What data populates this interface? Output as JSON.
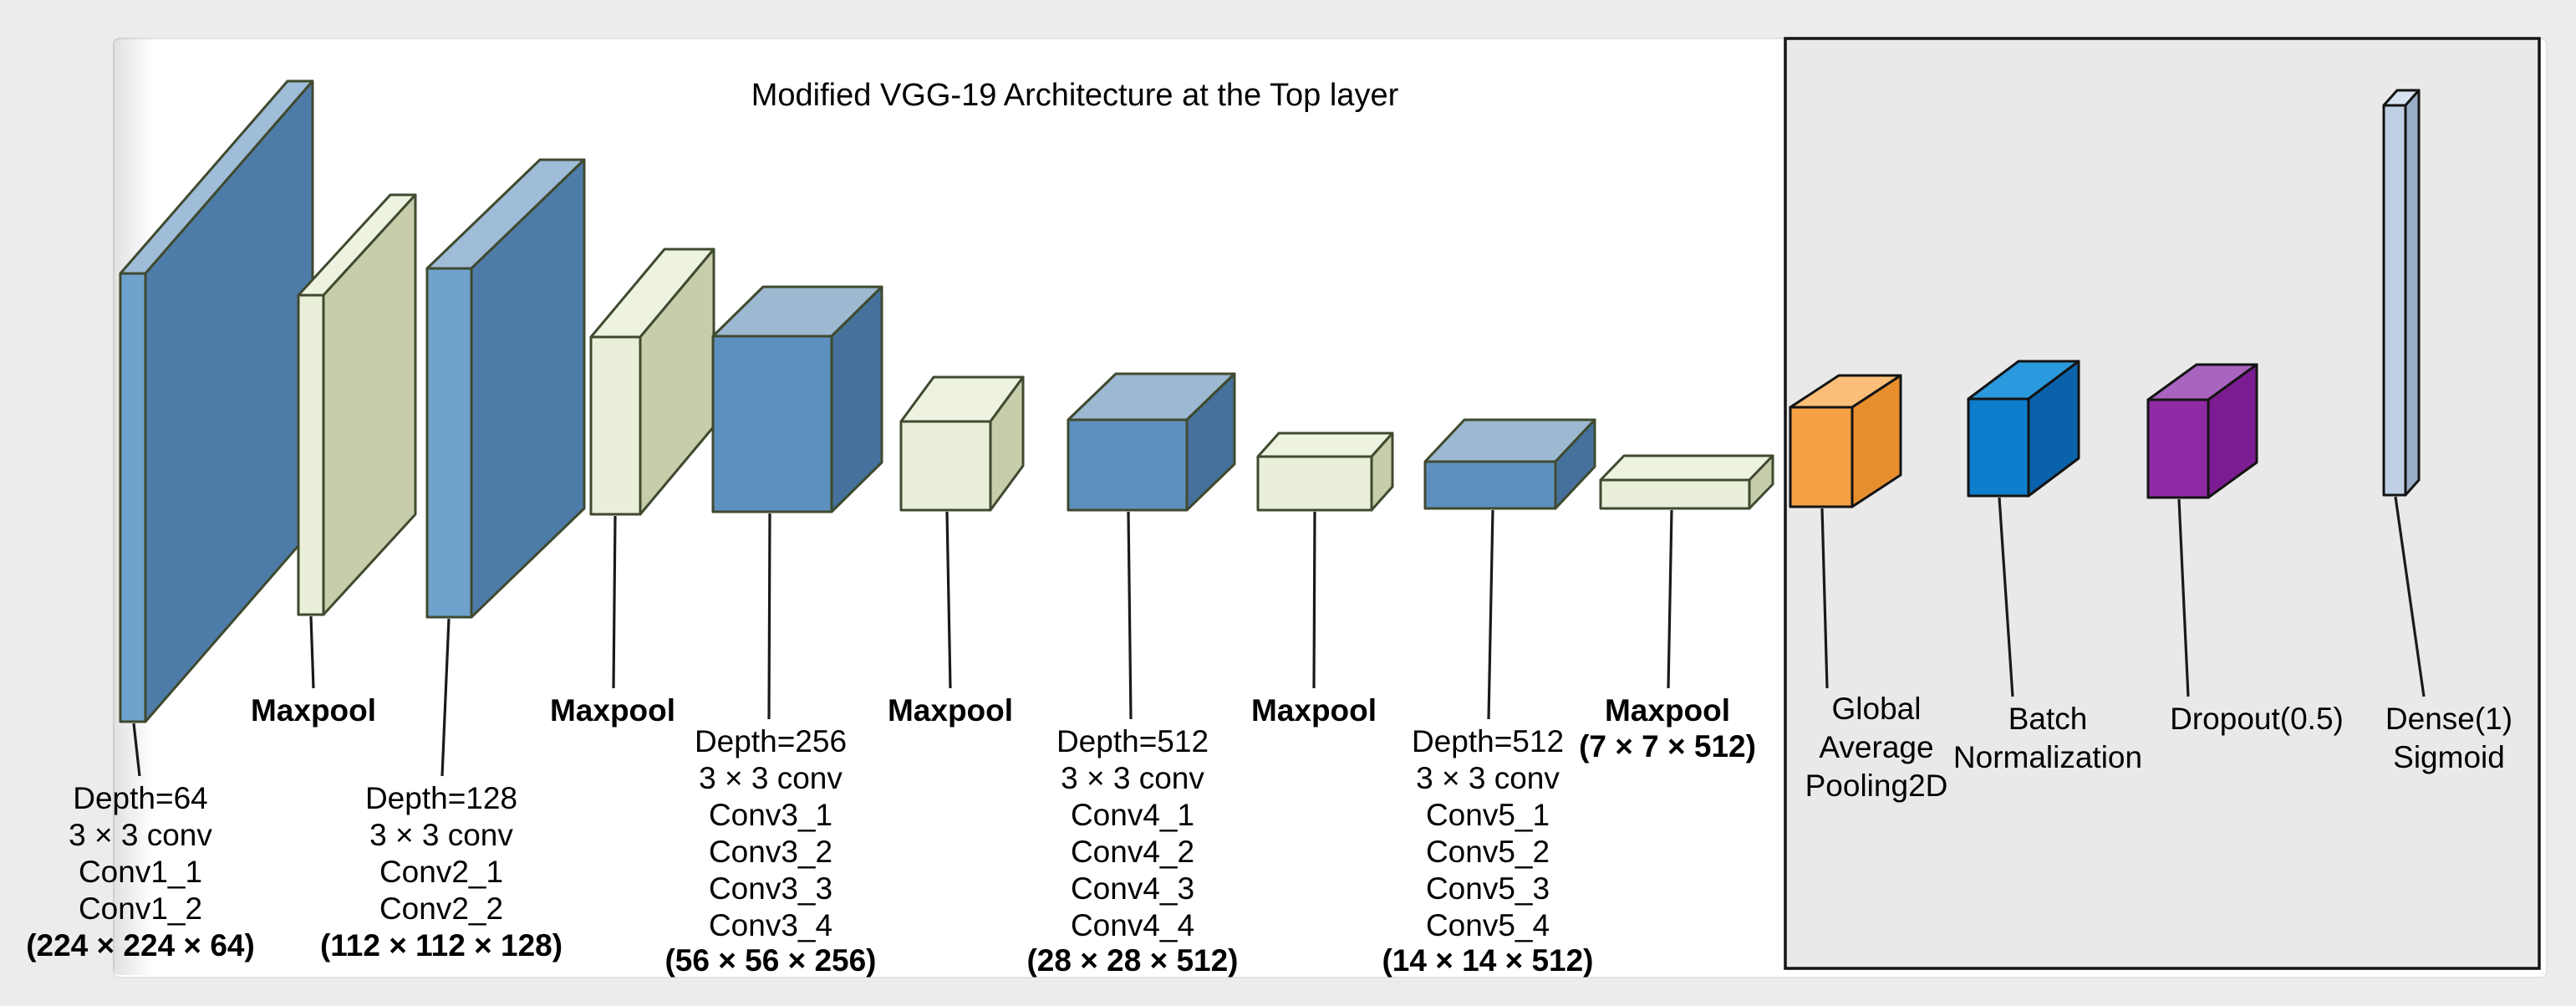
{
  "title": "Modified VGG-19 Architecture at the Top layer",
  "palette": {
    "page_bg": "#ECECEC",
    "canvas_bg": "#FFFFFF",
    "panel_bg": "#E9E9E9",
    "panel_border": "#141414",
    "outline": "#3F4A2F",
    "connector": "#1A1A1A",
    "conv_plate_front": "#6FA3CE",
    "conv_plate_side": "#4E7CA9",
    "conv_plate_top": "#9FBCD8",
    "conv_box_front": "#5E90BF",
    "conv_box_side": "#45719C",
    "conv_box_top": "#9DB8D1",
    "pool_front": "#E9EFD9",
    "pool_side": "#C7CDAB",
    "pool_top": "#EEF2E1",
    "gap_front": "#F5A143",
    "gap_side": "#E78E2E",
    "gap_top": "#FCBF79",
    "bn_front": "#0E7DCC",
    "bn_side": "#0A62AB",
    "bn_top": "#2B99DD",
    "dropout_front": "#8F2AA5",
    "dropout_side": "#7B1C92",
    "dropout_top": "#A964BF",
    "dense_front": "#BFD0E4",
    "dense_side": "#98AEC6",
    "dense_top": "#D6E2EF"
  },
  "conv_blocks": [
    {
      "name": "conv-block-1",
      "lines": [
        "Depth=64",
        "3 × 3 conv",
        "Conv1_1",
        "Conv1_2"
      ],
      "dims": "(224 × 224 × 64)"
    },
    {
      "name": "conv-block-2",
      "lines": [
        "Depth=128",
        "3 × 3 conv",
        "Conv2_1",
        "Conv2_2"
      ],
      "dims": "(112 × 112 × 128)"
    },
    {
      "name": "conv-block-3",
      "lines": [
        "Depth=256",
        "3 × 3 conv",
        "Conv3_1",
        "Conv3_2",
        "Conv3_3",
        "Conv3_4"
      ],
      "dims": "(56 × 56 × 256)"
    },
    {
      "name": "conv-block-4",
      "lines": [
        "Depth=512",
        "3 × 3 conv",
        "Conv4_1",
        "Conv4_2",
        "Conv4_3",
        "Conv4_4"
      ],
      "dims": "(28 × 28 × 512)"
    },
    {
      "name": "conv-block-5",
      "lines": [
        "Depth=512",
        "3 × 3 conv",
        "Conv5_1",
        "Conv5_2",
        "Conv5_3",
        "Conv5_4"
      ],
      "dims": "(14 × 14 × 512)"
    }
  ],
  "maxpools": [
    {
      "label": "Maxpool"
    },
    {
      "label": "Maxpool"
    },
    {
      "label": "Maxpool"
    },
    {
      "label": "Maxpool"
    },
    {
      "label": "Maxpool",
      "dims": "(7 × 7 × 512)"
    }
  ],
  "head": {
    "gap_lines": [
      "Global",
      "Average",
      "Pooling2D"
    ],
    "bn_lines": [
      "Batch",
      "Normalization"
    ],
    "dropout_label": "Dropout(0.5)",
    "dense_lines": [
      "Dense(1)",
      "Sigmoid"
    ]
  }
}
